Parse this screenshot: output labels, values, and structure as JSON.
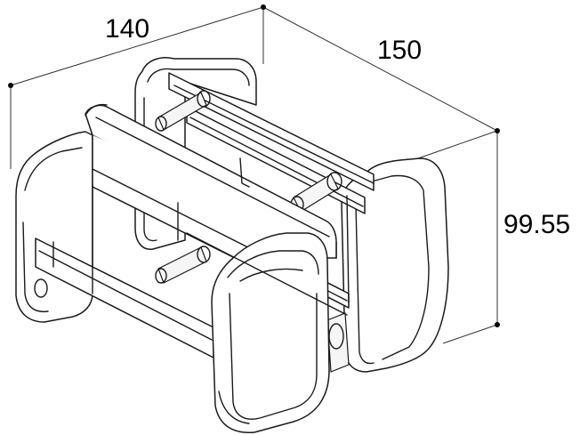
{
  "drawing": {
    "dimensions": {
      "width_label": "140",
      "depth_label": "150",
      "height_label": "99.55"
    }
  }
}
